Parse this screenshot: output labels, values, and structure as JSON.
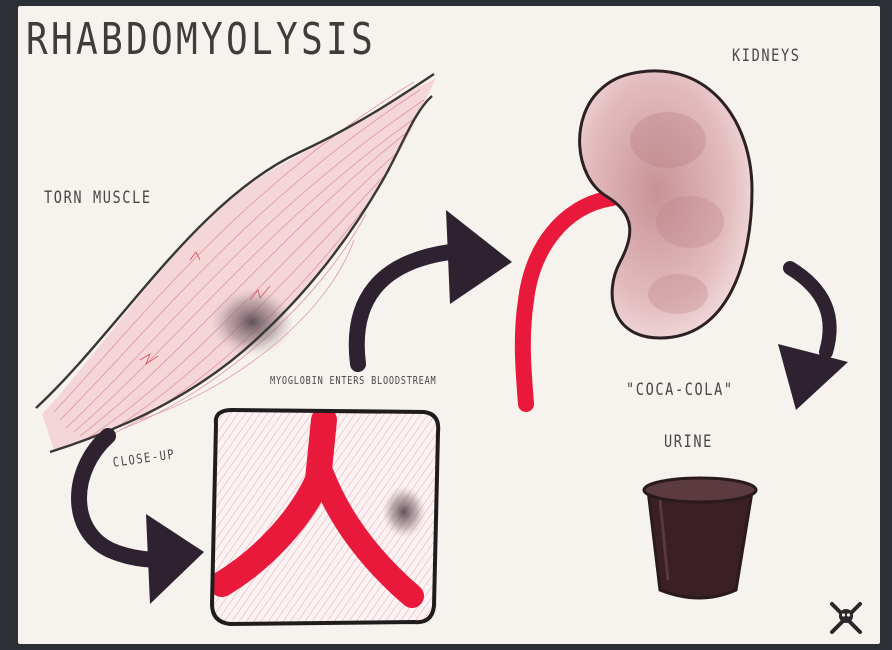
{
  "title": "RHABDOMYOLYSIS",
  "labels": {
    "torn_muscle": "TORN MUSCLE",
    "kidneys": "KIDNEYS",
    "myoglobin": "MYOGLOBIN ENTERS BLOODSTREAM",
    "urine_line1": "\"COCA-COLA\"",
    "urine_line2": "URINE",
    "close_up": "CLOSE-UP"
  },
  "colors": {
    "blood_red": "#e8193a",
    "arrow_dark": "#2e2231",
    "muscle_pink": "#f1c9cc",
    "kidney_pink": "#d9a8ac",
    "urine_dark": "#3a1f24",
    "paper": "#f6f2ee"
  },
  "icons": [
    "skull-crossbones-icon"
  ]
}
